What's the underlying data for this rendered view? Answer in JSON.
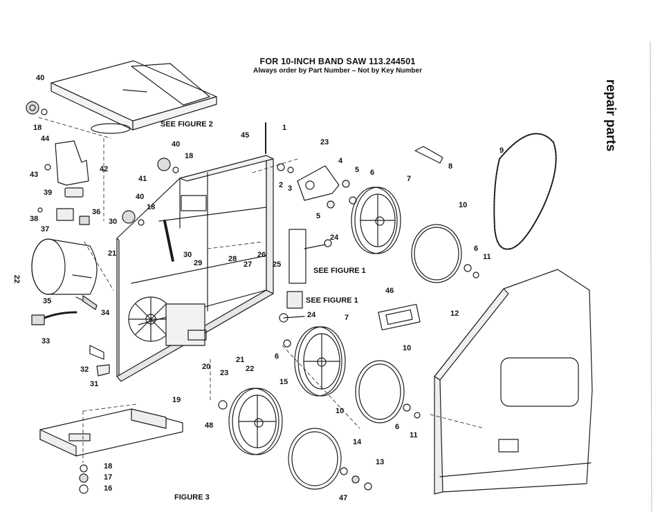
{
  "header": {
    "title": "FOR 10-INCH BAND SAW 113.244501",
    "subtitle": "Always order by Part Number – Not by Key Number",
    "side_title": "repair parts",
    "page_number": "22"
  },
  "figure": {
    "caption": "FIGURE 3",
    "references": [
      "SEE FIGURE 2",
      "SEE FIGURE 1",
      "SEE FIGURE 1"
    ]
  },
  "callouts": [
    "40",
    "18",
    "44",
    "43",
    "42",
    "39",
    "38",
    "36",
    "37",
    "30",
    "21",
    "35",
    "34",
    "33",
    "32",
    "31",
    "20",
    "23",
    "21",
    "22",
    "40",
    "18",
    "41",
    "40",
    "18",
    "45",
    "1",
    "23",
    "4",
    "5",
    "6",
    "7",
    "8",
    "9",
    "2",
    "3",
    "5",
    "10",
    "24",
    "26",
    "28",
    "29",
    "30",
    "27",
    "25",
    "6",
    "11",
    "46",
    "24",
    "7",
    "12",
    "6",
    "10",
    "15",
    "48",
    "10",
    "6",
    "11",
    "14",
    "13",
    "47",
    "19",
    "18",
    "17",
    "16"
  ]
}
